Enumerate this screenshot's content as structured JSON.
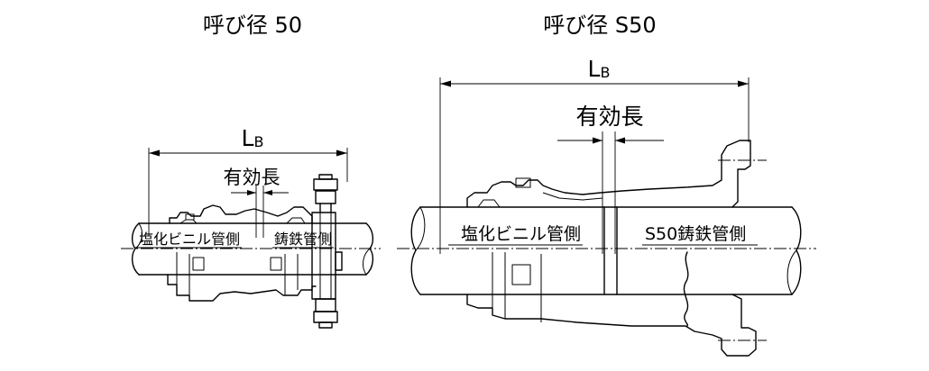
{
  "left": {
    "title": "呼び径 50",
    "lb": {
      "main": "L",
      "sub": "B"
    },
    "effective_length": "有効長",
    "label_vinyl": "塩化ビニル管側",
    "label_iron": "鋳鉄管側"
  },
  "right": {
    "title": "呼び径 S50",
    "lb": {
      "main": "L",
      "sub": "B"
    },
    "effective_length": "有効長",
    "label_vinyl": "塩化ビニル管側",
    "label_iron": "S50鋳鉄管側"
  },
  "colors": {
    "line": "#000000",
    "background": "#ffffff"
  }
}
